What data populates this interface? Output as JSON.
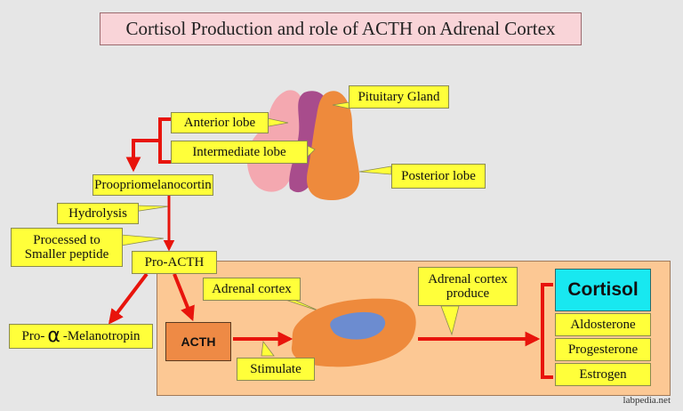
{
  "title": "Cortisol Production and role of ACTH on Adrenal Cortex",
  "labels": {
    "pituitary_gland": "Pituitary Gland",
    "anterior_lobe": "Anterior lobe",
    "intermediate_lobe": "Intermediate lobe",
    "posterior_lobe": "Posterior lobe",
    "proopriomelanocortin": "Proopriomelanocortin",
    "hydrolysis": "Hydrolysis",
    "processed_line1": "Processed to",
    "processed_line2": "Smaller peptide",
    "pro_acth": "Pro-ACTH",
    "pro_prefix": "Pro-",
    "alpha": "α",
    "melanotropin": "-Melanotropin",
    "acth": "ACTH",
    "adrenal_cortex": "Adrenal cortex",
    "stimulate": "Stimulate",
    "adrenal_produce_line1": "Adrenal cortex",
    "adrenal_produce_line2": "produce",
    "cortisol": "Cortisol",
    "aldosterone": "Aldosterone",
    "progesterone": "Progesterone",
    "estrogen": "Estrogen"
  },
  "watermark": "labpedia.net",
  "colors": {
    "arrow": "#e8140c",
    "label_bg": "#ffff3a",
    "anterior_lobe": "#f4a8b0",
    "intermediate_lobe": "#a84c8c",
    "posterior_lobe": "#ee8a3c",
    "adrenal_outer": "#ee8a3c",
    "adrenal_inner": "#6c8cd0",
    "panel_bg": "#fcc894",
    "cortisol_bg": "#18e8f0"
  }
}
